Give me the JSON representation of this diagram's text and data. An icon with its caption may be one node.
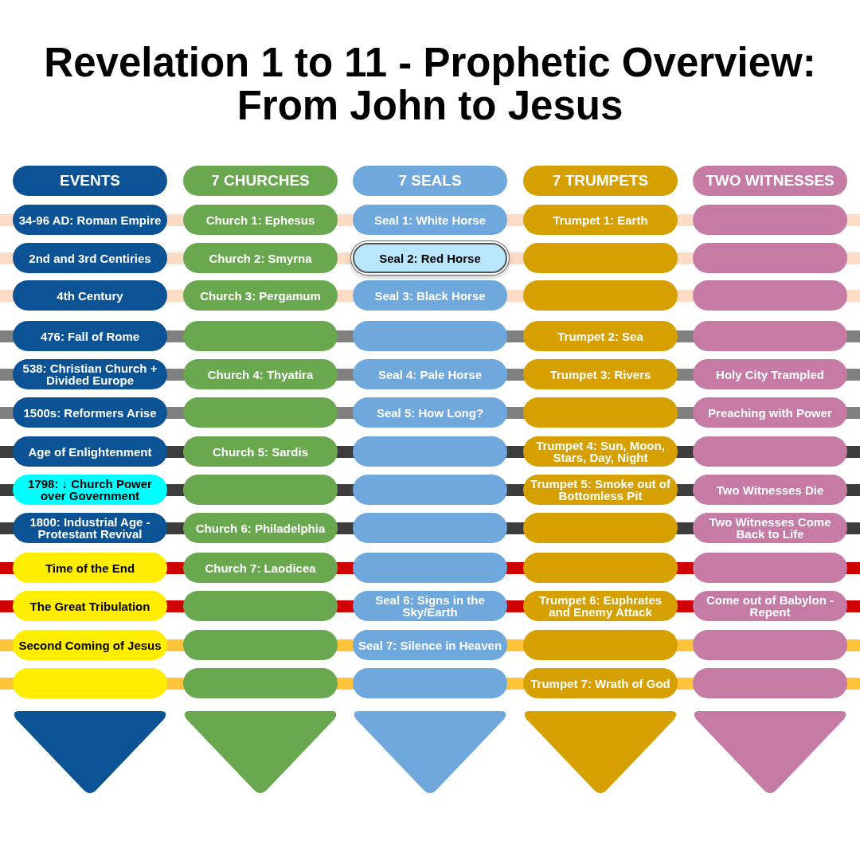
{
  "diagram": {
    "title": "Revelation 1 to 11 - Prophetic Overview: From John to Jesus",
    "nodes": [
      {
        "text": [
          "EVENTS"
        ]
      },
      {
        "text": [
          "7 CHURCHES"
        ]
      },
      {
        "text": [
          "7 SEALS"
        ]
      },
      {
        "text": [
          "7 TRUMPETS"
        ]
      },
      {
        "text": [
          "TWO WITNESSES"
        ]
      },
      {
        "text": [
          "34-96 AD: Roman Empire"
        ]
      },
      {
        "text": [
          "Church 1: Ephesus"
        ]
      },
      {
        "text": [
          "Seal 1: White Horse"
        ]
      },
      {
        "text": [
          "Trumpet 1: Earth"
        ]
      },
      {
        "text": [],
        "shape": "box"
      },
      {
        "text": [
          "2nd and 3rd Centiries"
        ]
      },
      {
        "text": [
          "Church 2: Smyrna"
        ]
      },
      {
        "text": [
          "Seal 2: Red Horse"
        ]
      },
      {
        "text": [],
        "shape": "box"
      },
      {
        "text": [],
        "shape": "box"
      },
      {
        "text": [
          "4th Century"
        ]
      },
      {
        "text": [
          "Church 3: Pergamum"
        ]
      },
      {
        "text": [
          "Seal 3: Black Horse"
        ]
      },
      {
        "text": [],
        "shape": "box"
      },
      {
        "text": [],
        "shape": "box"
      },
      {
        "text": [
          "476: Fall of Rome"
        ]
      },
      {
        "text": [],
        "shape": "box"
      },
      {
        "text": [],
        "shape": "box"
      },
      {
        "text": [
          "Trumpet 2: Sea"
        ]
      },
      {
        "text": [],
        "shape": "box"
      },
      {
        "text": [
          "538: Christian Church + Divided Europe"
        ]
      },
      {
        "text": [
          "Church 4: Thyatira"
        ]
      },
      {
        "text": [
          "Seal 4: Pale Horse"
        ]
      },
      {
        "text": [
          "Trumpet 3: Rivers"
        ]
      },
      {
        "text": [
          "Holy City Trampled"
        ]
      },
      {
        "text": [
          "1500s: Reformers Arise"
        ]
      },
      {
        "text": [],
        "shape": "box"
      },
      {
        "text": [
          "Seal 5: How Long?"
        ]
      },
      {
        "text": [],
        "shape": "box"
      },
      {
        "text": [
          "Preaching with Power"
        ]
      },
      {
        "text": [
          "Age of Enlightenment"
        ]
      },
      {
        "text": [
          "Church 5: Sardis"
        ]
      },
      {
        "text": [],
        "shape": "box"
      },
      {
        "text": [
          "Trumpet 4: Sun, Moon, Stars, Day, Night"
        ]
      },
      {
        "text": [],
        "shape": "box"
      },
      {
        "text": [
          "1798: ↓ Church Power over Government"
        ]
      },
      {
        "text": [],
        "shape": "box"
      },
      {
        "text": [],
        "shape": "box"
      },
      {
        "text": [
          "Trumpet 5: Smoke out of Bottomless Pit"
        ]
      },
      {
        "text": [
          "Two Witnesses Die"
        ]
      },
      {
        "text": [
          "1800: Industrial Age - Protestant Revival"
        ]
      },
      {
        "text": [
          "Church 6: Philadelphia"
        ]
      },
      {
        "text": [],
        "shape": "box"
      },
      {
        "text": [],
        "shape": "box"
      },
      {
        "text": [
          "Two Witnesses Come Back to Life"
        ]
      },
      {
        "text": [
          "Time of the End"
        ]
      },
      {
        "text": [
          "Church 7: Laodicea"
        ]
      },
      {
        "text": [],
        "shape": "box"
      },
      {
        "text": [],
        "shape": "box"
      },
      {
        "text": [],
        "shape": "box"
      },
      {
        "text": [
          "The Great Tribulation"
        ]
      },
      {
        "text": [],
        "shape": "box"
      },
      {
        "text": [
          "Seal 6: Signs in the Sky/Earth"
        ]
      },
      {
        "text": [
          "Trumpet 6: Euphrates and Enemy Attack"
        ]
      },
      {
        "text": [
          "Come out of Babylon - Repent"
        ]
      },
      {
        "text": [
          "Second Coming of Jesus"
        ]
      },
      {
        "text": [],
        "shape": "box"
      },
      {
        "text": [
          "Seal 7: Silence in Heaven"
        ]
      },
      {
        "text": [],
        "shape": "box"
      },
      {
        "text": [],
        "shape": "box"
      },
      {
        "text": [],
        "shape": "box"
      },
      {
        "text": [],
        "shape": "box"
      },
      {
        "text": [],
        "shape": "box"
      },
      {
        "text": [
          "Trumpet 7: Wrath of God"
        ]
      },
      {
        "text": [],
        "shape": "box"
      },
      {
        "text": [],
        "shape": "triangle"
      },
      {
        "text": [],
        "shape": "triangle"
      },
      {
        "text": [],
        "shape": "triangle"
      },
      {
        "text": [],
        "shape": "triangle"
      },
      {
        "text": [],
        "shape": "triangle"
      }
    ]
  }
}
